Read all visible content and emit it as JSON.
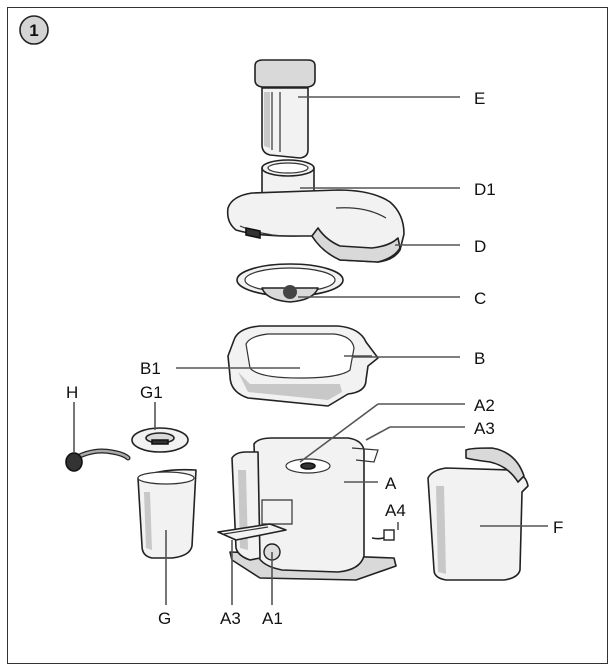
{
  "figure_number": "1",
  "labels": {
    "E": "E",
    "D1": "D1",
    "D": "D",
    "C": "C",
    "B": "B",
    "B1": "B1",
    "H": "H",
    "G1": "G1",
    "A2": "A2",
    "A3_top": "A3",
    "A": "A",
    "A4": "A4",
    "F": "F",
    "G": "G",
    "A3_bottom": "A3",
    "A1": "A1"
  }
}
